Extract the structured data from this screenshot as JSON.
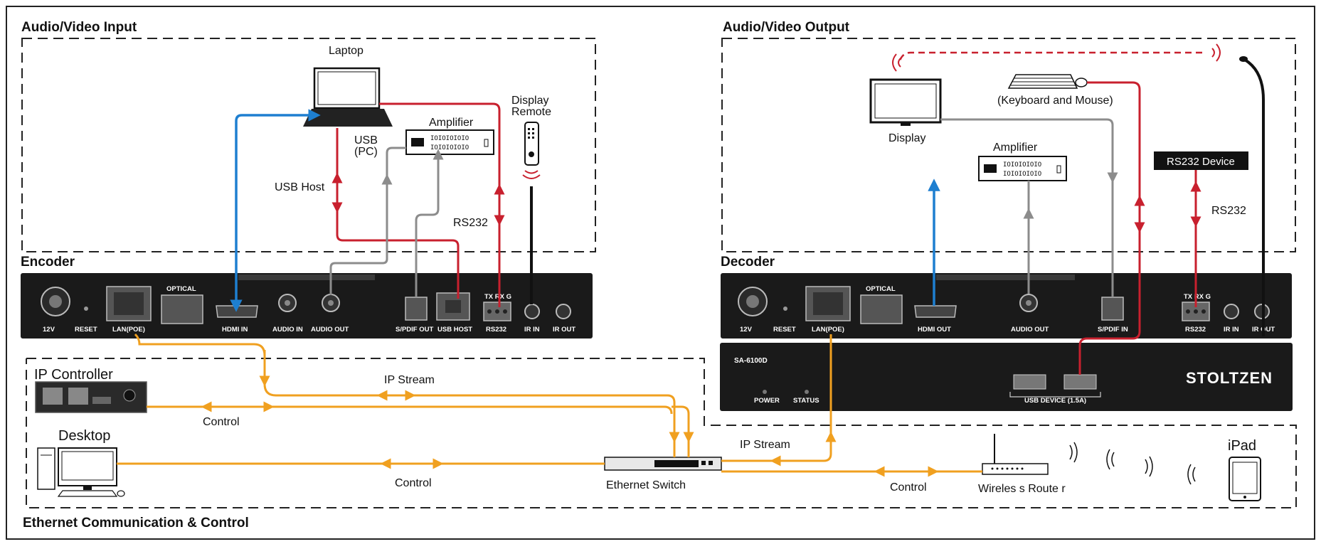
{
  "sections": {
    "av_input": "Audio/Video Input",
    "av_output": "Audio/Video Output",
    "encoder": "Encoder",
    "decoder": "Decoder",
    "ethernet": "Ethernet Communication & Control"
  },
  "input_devices": {
    "laptop": "Laptop",
    "amplifier": "Amplifier",
    "display_remote_line1": "Display",
    "display_remote_line2": "Remote",
    "usb_pc_line1": "USB",
    "usb_pc_line2": "(PC)",
    "usb_host": "USB Host",
    "rs232": "RS232"
  },
  "output_devices": {
    "display": "Display",
    "keyboard_mouse": "(Keyboard and Mouse)",
    "amplifier": "Amplifier",
    "rs232_device": "RS232 Device",
    "rs232": "RS232"
  },
  "encoder_ports": {
    "power": "12V",
    "reset": "RESET",
    "lan": "LAN(POE)",
    "optical": "OPTICAL",
    "hdmi_in": "HDMI IN",
    "audio_in": "AUDIO IN",
    "audio_out": "AUDIO OUT",
    "spdif_out": "S/PDIF OUT",
    "usb_host": "USB HOST",
    "rs232_top": "TX RX G",
    "rs232": "RS232",
    "ir_in": "IR IN",
    "ir_out": "IR OUT"
  },
  "decoder_ports": {
    "power": "12V",
    "reset": "RESET",
    "lan": "LAN(POE)",
    "optical": "OPTICAL",
    "hdmi_out": "HDMI OUT",
    "audio_out": "AUDIO OUT",
    "spdif_in": "S/PDIF IN",
    "rs232_top": "TX RX G",
    "rs232": "RS232",
    "ir_in": "IR IN",
    "ir_out": "IR OUT"
  },
  "decoder_front": {
    "model": "SA-6100D",
    "power": "POWER",
    "status": "STATUS",
    "usb_device": "USB DEVICE (1.5A)",
    "brand": "STOLTZEN"
  },
  "network": {
    "ip_controller": "IP Controller",
    "desktop": "Desktop",
    "ethernet_switch": "Ethernet Switch",
    "wireless_router": "Wireles s Route r",
    "ipad": "iPad",
    "ip_stream_top": "IP Stream",
    "ip_stream_bottom": "IP Stream",
    "control_ipc": "Control",
    "control_desktop": "Control",
    "control_router": "Control"
  },
  "colors": {
    "hdmi": "#1e7fd0",
    "usb_rs232": "#c8202e",
    "audio": "#8c8c8c",
    "ethernet": "#f0a020",
    "panel": "#1a1a1a",
    "ir": "#111111"
  }
}
